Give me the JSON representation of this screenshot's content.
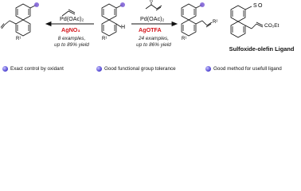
{
  "left_arrow": {
    "reagent1": "Pd(OAc)₂",
    "oxidant": "AgNO₃",
    "examples": "8 examples,",
    "yield": "up to 89% yield"
  },
  "right_arrow": {
    "reagent1": "Pd(OAc)₂",
    "oxidant": "AgOTFA",
    "examples": "24 examples,",
    "yield": "up to 86% yield"
  },
  "labels": {
    "H": "H",
    "S": "S",
    "O": "O",
    "R": "R",
    "R1": "R¹",
    "R2": "R²",
    "CO2Et": "CO₂Et"
  },
  "ligand_title": "Sulfoxide-olefin Ligand",
  "features": [
    "Exact control by oxidant",
    "Good functional group tolerance",
    "Good method for usefull ligand"
  ],
  "colors": {
    "oxidant_red": "#d4161c",
    "highlight_purple": "#7b5cd6",
    "ligand_box": "#8fd9ec",
    "bullet": "#4a3fcf"
  }
}
